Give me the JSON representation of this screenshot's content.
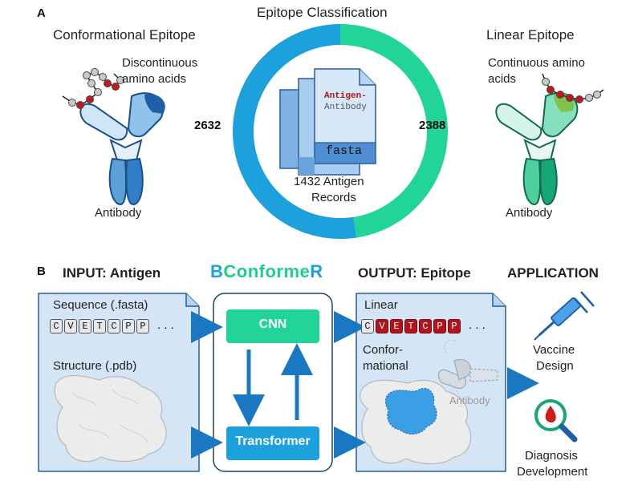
{
  "panel_a": {
    "letter": "A",
    "title": "Epitope Classification",
    "left": {
      "heading": "Conformational Epitope",
      "annotation": [
        "Discontinuous",
        "amino acids"
      ],
      "antibody_label": "Antibody",
      "count": "2632"
    },
    "right": {
      "heading": "Linear Epitope",
      "annotation": [
        "Continuous amino",
        "acids"
      ],
      "antibody_label": "Antibody",
      "count": "2388"
    },
    "center": {
      "doc_label": [
        "Antigen-",
        "Antibody"
      ],
      "fasta_label": "fasta",
      "records": [
        "1432 Antigen",
        "Records"
      ]
    },
    "donut": [
      {
        "name": "Conformational",
        "value": 2632,
        "color": "#1ca1dd"
      },
      {
        "name": "Linear",
        "value": 2388,
        "color": "#20d49a"
      }
    ]
  },
  "panel_b": {
    "letter": "B",
    "input_heading": "INPUT: Antigen",
    "brand": {
      "part1": "B",
      "part2": "Conforme",
      "part3": "R"
    },
    "output_heading": "OUTPUT: Epitope",
    "application_heading": "APPLICATION",
    "input": {
      "sequence_label": "Sequence (.fasta)",
      "residues": [
        "C",
        "V",
        "E",
        "T",
        "C",
        "P",
        "P"
      ],
      "ellipsis": ". . .",
      "structure_label": "Structure (.pdb)"
    },
    "model": {
      "cnn": "CNN",
      "transformer": "Transformer"
    },
    "output": {
      "linear_label": "Linear",
      "residues": [
        "C",
        "V",
        "E",
        "T",
        "C",
        "P",
        "P"
      ],
      "ellipsis": ". . .",
      "conf_label": [
        "Confor-",
        "mational"
      ],
      "antibody_label": "Antibody"
    },
    "applications": {
      "vaccine": [
        "Vaccine",
        "Design"
      ],
      "diagnosis": [
        "Diagnosis",
        "Development"
      ]
    }
  },
  "colors": {
    "blue": "#1ca1dd",
    "green": "#20d49a",
    "arrow_blue": "#1a78c2",
    "epitope_red": "#c0191f",
    "brand_blue": "#19a3e0",
    "brand_green": "#1ccf8f"
  }
}
